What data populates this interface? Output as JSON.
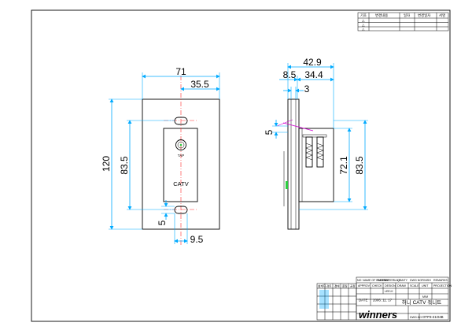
{
  "revision_table": {
    "headers": [
      "기호",
      "변경내용",
      "일자",
      "변경일자",
      "서명"
    ],
    "rows": [
      "△",
      "△",
      "△"
    ]
  },
  "front_view": {
    "dims": {
      "width": "71",
      "half_width": "35.5",
      "height": "120",
      "hole_pitch": "83.5",
      "slot": "5",
      "offset": "9.5"
    },
    "tap_label": "TAP",
    "catv_label": "CATV"
  },
  "side_view": {
    "dims": {
      "depth": "42.9",
      "d1": "8.5",
      "d2": "34.4",
      "d3": "3",
      "slot": "5",
      "inner_height": "72.1",
      "hole_pitch": "83.5"
    }
  },
  "title_block": {
    "stamp_headers": [
      "설계자",
      "검토",
      "결재",
      "품질",
      "공정"
    ],
    "header_row": [
      "NO",
      "NAME OF PARTS",
      "NUMBER",
      "MATERIALS",
      "Q'ANTY",
      "DWG NO",
      "FINISH",
      "REMARKS"
    ],
    "role_row": [
      "APPROV",
      "CHECK",
      "DESIGN",
      "DRAW",
      "SCALE",
      "UNIT",
      "PROJECTION"
    ],
    "designer": "LEEJJ",
    "unit": "M/M",
    "date_label": "DATE",
    "date_value": "2006. 11. 17",
    "title": "허니 CATV 쿼니트",
    "company": "winners",
    "dwg_label": "DWG.NO",
    "dwg_no": "OTP3-21O4B"
  },
  "colors": {
    "dimension": "#00aaff",
    "centerline": "#ff2a2a",
    "accent_green": "#2ecc40",
    "accent_magenta": "#d000d0"
  }
}
